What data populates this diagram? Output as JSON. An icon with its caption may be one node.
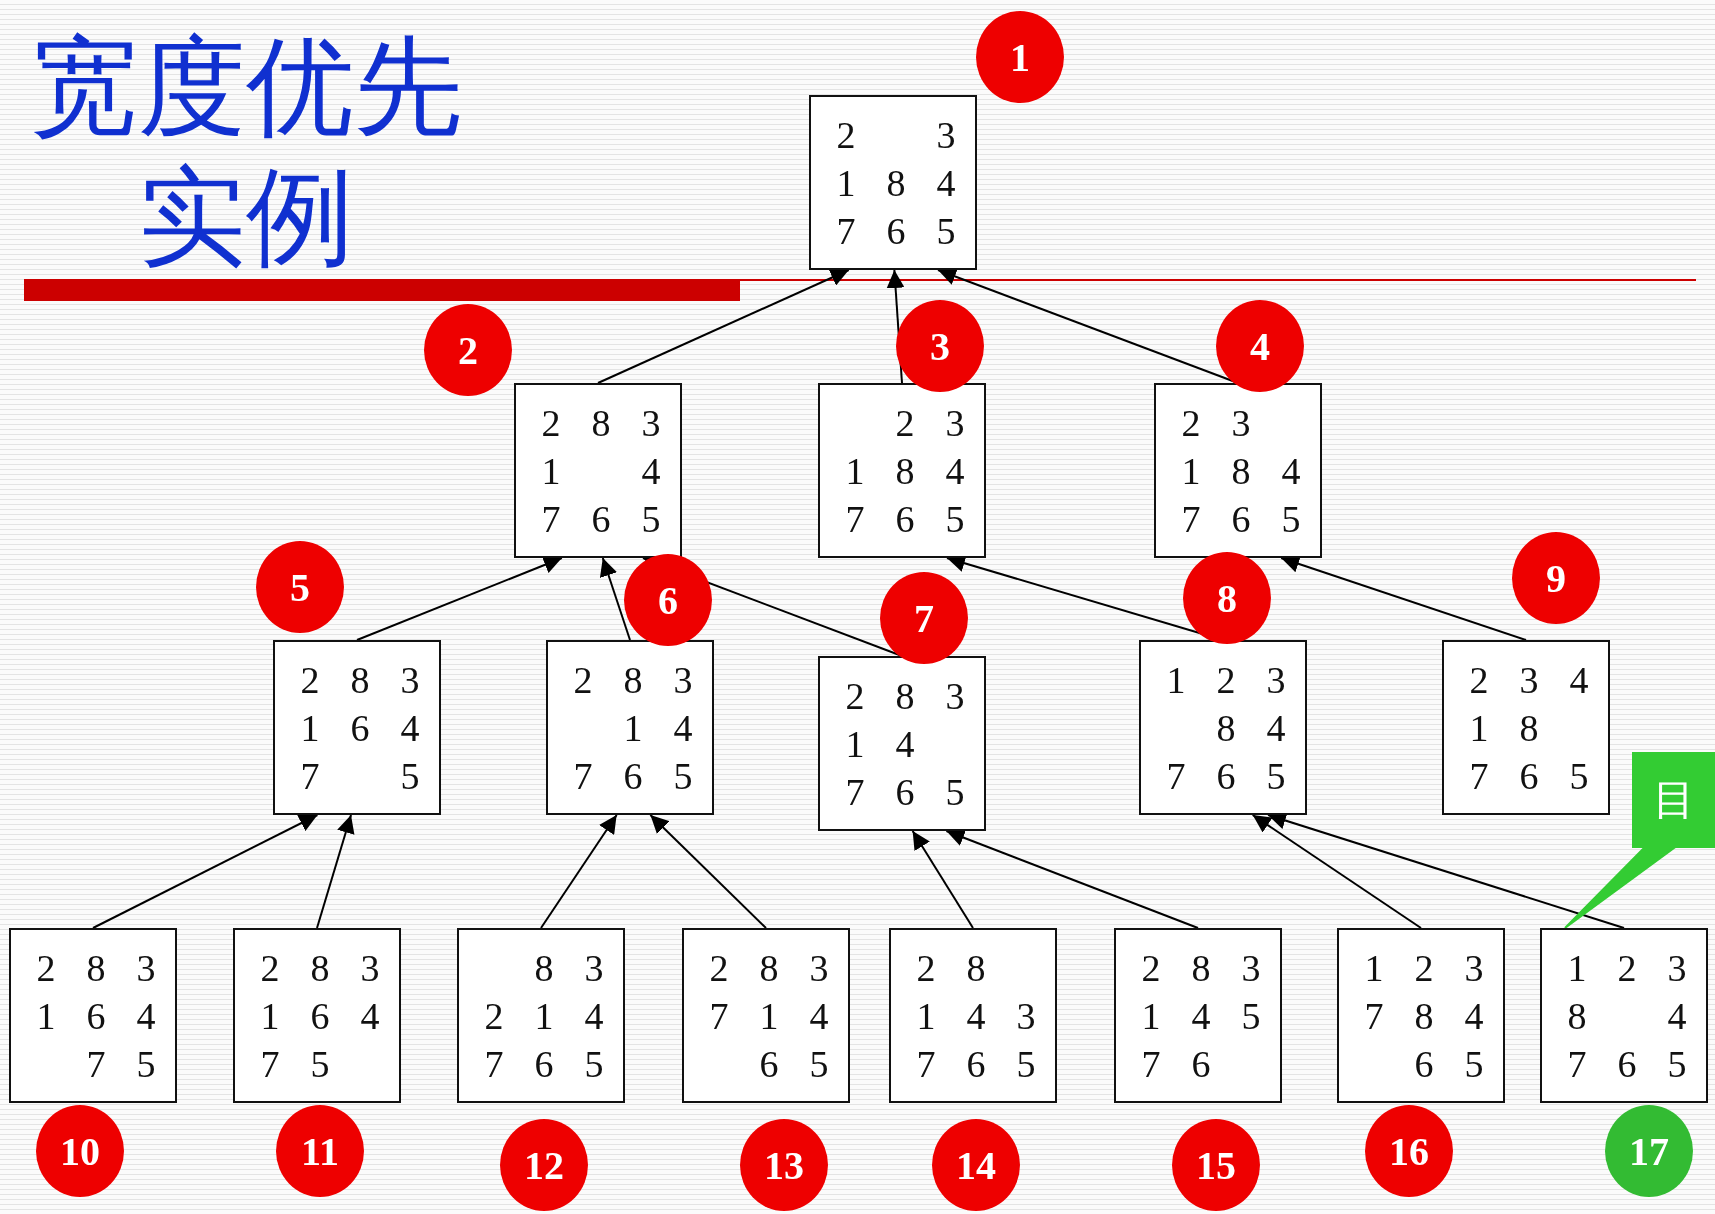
{
  "diagram": {
    "title": "宽度优先实例",
    "nodes": [
      {
        "text": [
          "2 3",
          "1 8 4",
          "7 6 5"
        ],
        "beside": [
          "1"
        ]
      },
      {
        "text": [
          "2 8 3",
          "1 4",
          "7 6 5"
        ],
        "beside": [
          "2"
        ]
      },
      {
        "text": [
          "2 3",
          "1 8 4",
          "7 6 5"
        ],
        "beside": [
          "3"
        ]
      },
      {
        "text": [
          "2 3",
          "1 8 4",
          "7 6 5"
        ],
        "beside": [
          "4"
        ]
      },
      {
        "text": [
          "2 8 3",
          "1 6 4",
          "7 5"
        ],
        "beside": [
          "5"
        ]
      },
      {
        "text": [
          "2 8 3",
          "1 4",
          "7 6 5"
        ],
        "beside": [
          "6"
        ]
      },
      {
        "text": [
          "2 8 3",
          "1 4",
          "7 6 5"
        ],
        "beside": [
          "7"
        ]
      },
      {
        "text": [
          "1 2 3",
          "8 4",
          "7 6 5"
        ],
        "beside": [
          "8"
        ]
      },
      {
        "text": [
          "2 3 4",
          "1 8",
          "7 6 5"
        ],
        "beside": [
          "9"
        ]
      },
      {
        "text": [
          "2 8 3",
          "1 6 4",
          "7 5"
        ],
        "beside": [
          "10"
        ]
      },
      {
        "text": [
          "2 8 3",
          "1 6 4",
          "7 5"
        ],
        "beside": [
          "11"
        ]
      },
      {
        "text": [
          "8 3",
          "2 1 4",
          "7 6 5"
        ],
        "beside": [
          "12"
        ]
      },
      {
        "text": [
          "2 8 3",
          "7 1 4",
          "6 5"
        ],
        "beside": [
          "13"
        ]
      },
      {
        "text": [
          "2 8",
          "1 4 3",
          "7 6 5"
        ],
        "beside": [
          "14"
        ]
      },
      {
        "text": [
          "2 8 3",
          "1 4 5",
          "7 6"
        ],
        "beside": [
          "15"
        ]
      },
      {
        "text": [
          "1 2 3",
          "7 8 4",
          "6 5"
        ],
        "beside": [
          "16"
        ]
      },
      {
        "text": [
          "1 2 3",
          "8 4",
          "7 6 5"
        ],
        "beside": [
          "17"
        ]
      },
      {
        "text": [
          "目"
        ]
      },
      {
        "text": [],
        "shape": "bar"
      }
    ],
    "edges": [
      {
        "from": 1,
        "to": 0,
        "arrow": "to"
      },
      {
        "from": 2,
        "to": 0,
        "arrow": "to"
      },
      {
        "from": 3,
        "to": 0,
        "arrow": "to"
      },
      {
        "from": 4,
        "to": 1,
        "arrow": "to"
      },
      {
        "from": 5,
        "to": 1,
        "arrow": "to"
      },
      {
        "from": 6,
        "to": 1,
        "arrow": "to"
      },
      {
        "from": 7,
        "to": 2,
        "arrow": "to"
      },
      {
        "from": 8,
        "to": 3,
        "arrow": "to"
      },
      {
        "from": 9,
        "to": 4,
        "arrow": "to"
      },
      {
        "from": 10,
        "to": 4,
        "arrow": "to"
      },
      {
        "from": 11,
        "to": 5,
        "arrow": "to"
      },
      {
        "from": 12,
        "to": 5,
        "arrow": "to"
      },
      {
        "from": 13,
        "to": 6,
        "arrow": "to"
      },
      {
        "from": 14,
        "to": 6,
        "arrow": "to"
      },
      {
        "from": 15,
        "to": 7,
        "arrow": "to"
      },
      {
        "from": 16,
        "to": 7,
        "arrow": "to"
      },
      {
        "from": 17,
        "to": 16,
        "arrow": "none",
        "color": "#33cc33"
      }
    ]
  }
}
